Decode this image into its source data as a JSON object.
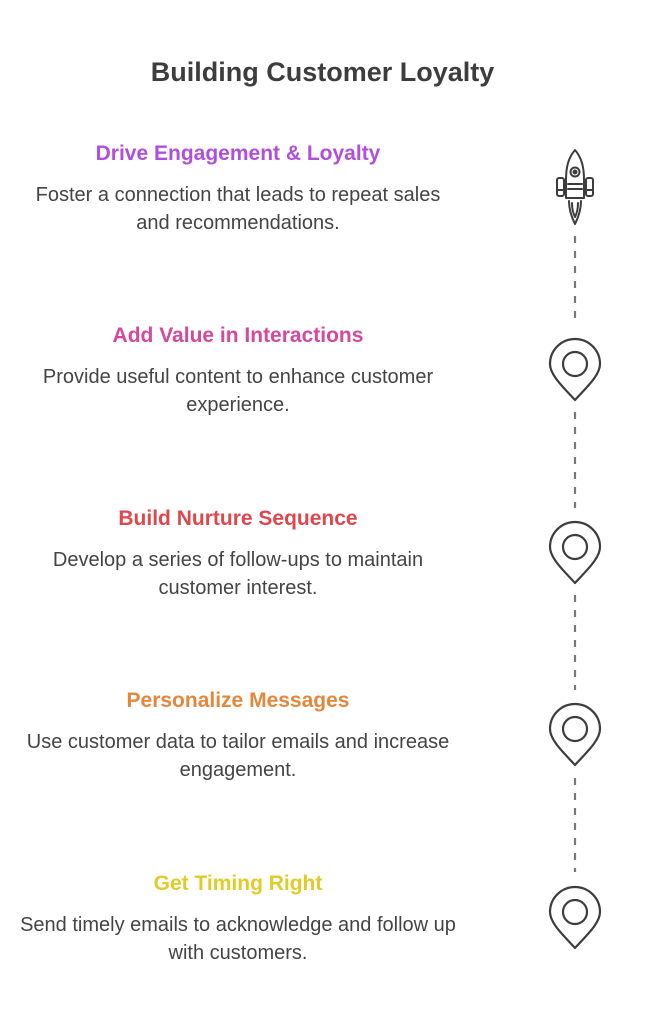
{
  "title": "Building Customer Loyalty",
  "steps": [
    {
      "title": "Drive Engagement & Loyalty",
      "description": "Foster a connection that leads to repeat sales and recommendations.",
      "color": "#b04fdc",
      "icon": "rocket-icon"
    },
    {
      "title": "Add Value in Interactions",
      "description": "Provide useful content to enhance customer experience.",
      "color": "#d7479c",
      "icon": "map-pin-icon"
    },
    {
      "title": "Build Nurture Sequence",
      "description": "Develop a series of follow-ups to maintain customer interest.",
      "color": "#e0474c",
      "icon": "map-pin-icon"
    },
    {
      "title": "Personalize Messages",
      "description": "Use customer data to tailor emails and increase engagement.",
      "color": "#e5873a",
      "icon": "map-pin-icon"
    },
    {
      "title": "Get Timing Right",
      "description": "Send timely emails to acknowledge and follow up with customers.",
      "color": "#e2cb26",
      "icon": "map-pin-icon"
    }
  ],
  "colors": {
    "text": "#3d3d3d",
    "icon_stroke": "#3d3d3d",
    "connector": "#777777"
  }
}
